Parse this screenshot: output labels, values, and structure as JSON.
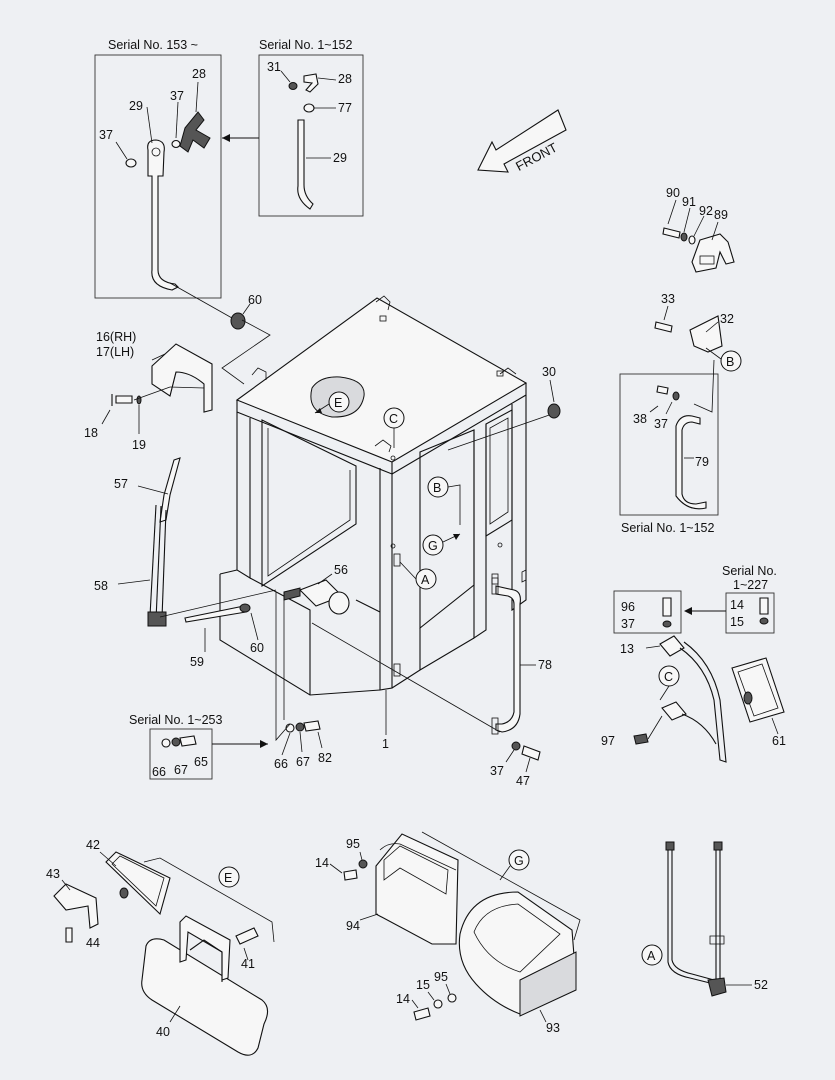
{
  "diagram": {
    "front_label": "FRONT",
    "serial_notes": {
      "s153": "Serial No. 153 ~",
      "s1_152_top": "Serial No. 1~152",
      "s1_152_right": "Serial No. 1~152",
      "s1_227_line1": "Serial No.",
      "s1_227_line2": "1~227",
      "s1_253": "Serial No. 1~253"
    },
    "ref_labels": {
      "A": "A",
      "B": "B",
      "C": "C",
      "E": "E",
      "G": "G"
    },
    "callouts": {
      "c28a": "28",
      "c29a": "29",
      "c37a": "37",
      "c37b": "37",
      "c31": "31",
      "c28b": "28",
      "c77": "77",
      "c29b": "29",
      "c60a": "60",
      "c16": "16(RH)",
      "c17": "17(LH)",
      "c18": "18",
      "c19": "19",
      "c57": "57",
      "c58": "58",
      "c59": "59",
      "c60b": "60",
      "c56": "56",
      "c30": "30",
      "c1": "1",
      "c78": "78",
      "c37c": "37",
      "c47": "47",
      "c66a": "66",
      "c67a": "67",
      "c65": "65",
      "c66b": "66",
      "c67b": "67",
      "c82": "82",
      "c90": "90",
      "c91": "91",
      "c92": "92",
      "c89": "89",
      "c33": "33",
      "c32": "32",
      "c38": "38",
      "c37d": "37",
      "c79": "79",
      "c96": "96",
      "c37e": "37",
      "c14a": "14",
      "c15a": "15",
      "c13": "13",
      "c97": "97",
      "c61": "61",
      "c42": "42",
      "c43": "43",
      "c44": "44",
      "c41": "41",
      "c40": "40",
      "c14b": "14",
      "c95a": "95",
      "c94": "94",
      "c15b": "15",
      "c95b": "95",
      "c14c": "14",
      "c93": "93",
      "c52": "52"
    }
  }
}
